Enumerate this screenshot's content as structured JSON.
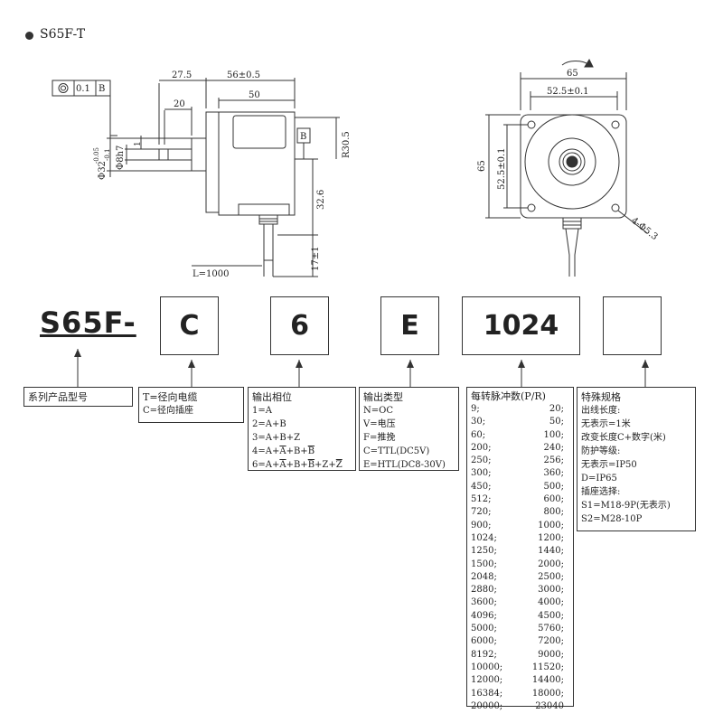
{
  "header": {
    "model_title": "S65F-T"
  },
  "drawing_labels": {
    "tolerance_value": "0.1",
    "datum_ref": "B",
    "datum_b": "B",
    "dim_27_5": "27.5",
    "dim_56": "56±0.5",
    "dim_50": "50",
    "dim_20": "20",
    "dim_shaft_dia": "Φ8h7",
    "dim_boss_dia": "Φ32",
    "dim_boss_tol_upper": "-0.05",
    "dim_boss_tol_lower": "-0.1",
    "dim_1": "1",
    "dim_r30_5": "R30.5",
    "dim_32_6": "32.6",
    "dim_17": "17±1",
    "cable_len": "L=1000",
    "dim_65_top": "65",
    "dim_52_5_top": "52.5±0.1",
    "dim_65_side": "65",
    "dim_52_5_side": "52.5±0.1",
    "holes": "4-Φ5.3"
  },
  "series_label": "S65F-",
  "codes": {
    "out_mode": "C",
    "phase": "6",
    "out_type": "E",
    "ppr": "1024",
    "special": ""
  },
  "desc": {
    "series": {
      "head": "系列产品型号"
    },
    "out_mode": {
      "head": "T=径向电缆",
      "lines": [
        "C=径向插座"
      ]
    },
    "phase": {
      "head": "输出相位",
      "lines": [
        "1=A",
        "2=A+B",
        "3=A+B+Z"
      ],
      "line4": [
        "4=A+",
        "A",
        "+B+",
        "B"
      ],
      "line6": [
        "6=A+",
        "A",
        "+B+",
        "B",
        "+Z+",
        "Z"
      ]
    },
    "out_type": {
      "head": "输出类型",
      "lines": [
        "N=OC",
        "V=电压",
        "F=推挽",
        "C=TTL(DC5V)",
        "E=HTL(DC8-30V)"
      ]
    },
    "ppr": {
      "head": "每转脉冲数(P/R)",
      "values": [
        "9;",
        "20;",
        "30;",
        "50;",
        "60;",
        "100;",
        "200;",
        "240;",
        "250;",
        "256;",
        "300;",
        "360;",
        "450;",
        "500;",
        "512;",
        "600;",
        "720;",
        "800;",
        "900;",
        "1000;",
        "1024;",
        "1200;",
        "1250;",
        "1440;",
        "1500;",
        "2000;",
        "2048;",
        "2500;",
        "2880;",
        "3000;",
        "3600;",
        "4000;",
        "4096;",
        "4500;",
        "5000;",
        "5760;",
        "6000;",
        "7200;",
        "8192;",
        "9000;",
        "10000;",
        "11520;",
        "12000;",
        "14400;",
        "16384;",
        "18000;",
        "20000;",
        "23040"
      ]
    },
    "special": {
      "head": "特殊规格",
      "lines": [
        "出线长度:",
        "无表示=1米",
        "改变长度C+数字(米)",
        "防护等级:",
        "无表示=IP50",
        "D=IP65",
        "插座选择:",
        "S1=M18-9P(无表示)",
        "S2=M28-10P"
      ]
    }
  }
}
